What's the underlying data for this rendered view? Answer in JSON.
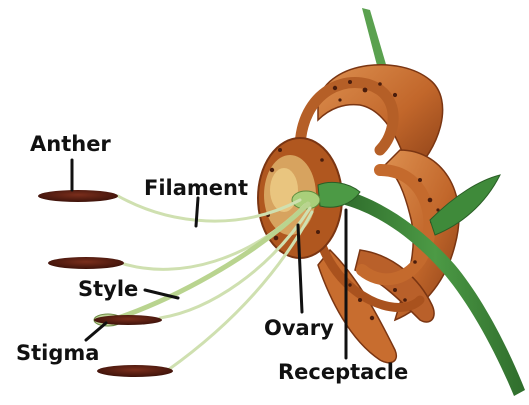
{
  "labels": {
    "anther": "Anther",
    "filament": "Filament",
    "style": "Style",
    "stigma": "Stigma",
    "ovary": "Ovary",
    "receptacle": "Receptacle"
  },
  "colors": {
    "petal": "#c2672b",
    "petal_dark": "#8a3f17",
    "petal_light": "#dd9050",
    "spot": "#4a1d0c",
    "stem": "#3f8a3a",
    "stem_light": "#6fb25e",
    "filament": "#cfe0b0",
    "anther": "#5a1e12",
    "label_text": "#111111",
    "leader_line": "#111111"
  }
}
